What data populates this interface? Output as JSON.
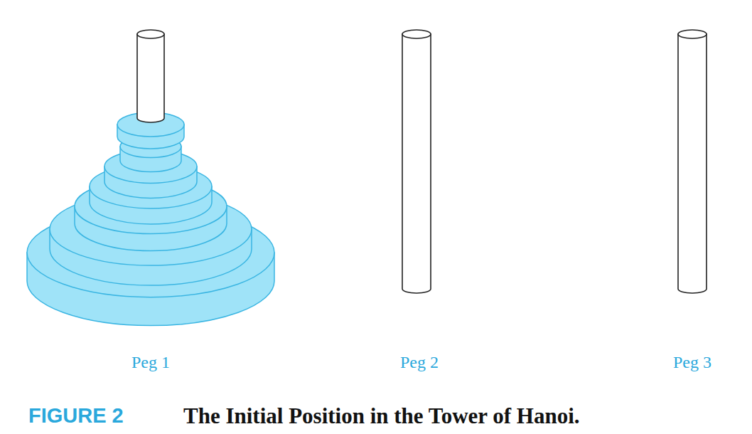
{
  "diagram": {
    "caption": "The Initial Position in the Tower of Hanoi.",
    "labels": [
      "Peg 1",
      "Peg 2",
      "Peg 3",
      "FIGURE 2"
    ]
  }
}
